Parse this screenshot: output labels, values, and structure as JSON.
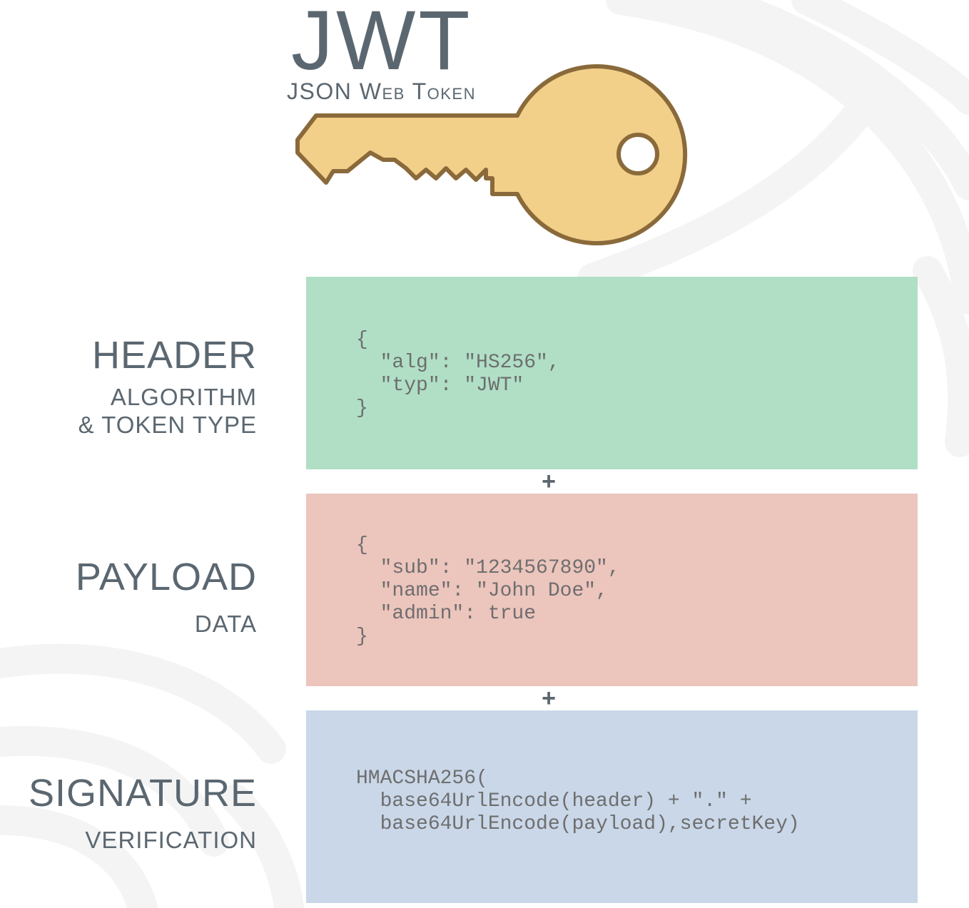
{
  "title": "JWT",
  "subtitle": "JSON Web Token",
  "icons": {
    "key": "key-icon"
  },
  "colors": {
    "header_panel": "#b0dfc6",
    "payload_panel": "#ecc5bd",
    "signature_panel": "#c9d7e8",
    "key_fill": "#f3d089",
    "key_stroke": "#8a6a3a",
    "text": "#5b6770",
    "code_text": "#6e6e6e"
  },
  "sections": {
    "header": {
      "title": "HEADER",
      "subtitle": "ALGORITHM\n& TOKEN TYPE",
      "code": "{\n  \"alg\": \"HS256\",\n  \"typ\": \"JWT\"\n}"
    },
    "payload": {
      "title": "PAYLOAD",
      "subtitle": "DATA",
      "code": "{\n  \"sub\": \"1234567890\",\n  \"name\": \"John Doe\",\n  \"admin\": true\n}"
    },
    "signature": {
      "title": "SIGNATURE",
      "subtitle": "VERIFICATION",
      "code": "HMACSHA256(\n  base64UrlEncode(header) + \".\" +\n  base64UrlEncode(payload),secretKey)"
    }
  },
  "operators": {
    "plus1": "+",
    "plus2": "+"
  }
}
